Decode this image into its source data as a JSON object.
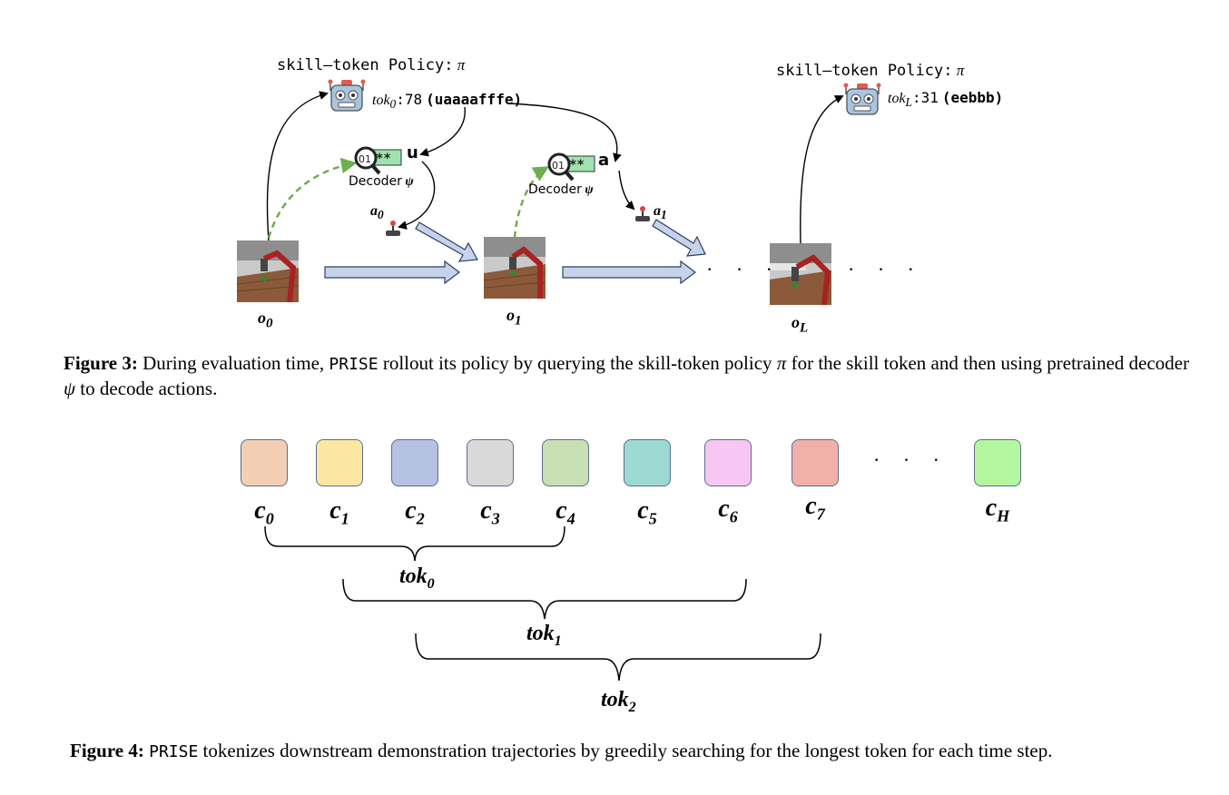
{
  "figure3": {
    "policy_label_left": "skill–token Policy:",
    "policy_label_right": "skill–token Policy:",
    "pi": "π",
    "tok0_name": "tok",
    "tok0_sub": "0",
    "tok0_value": ":78",
    "tok0_code": "(uaaaafffe)",
    "tokL_name": "tok",
    "tokL_sub": "L",
    "tokL_value": ":31",
    "tokL_code": "(eebbb)",
    "decoder_label": "Decoder",
    "psi": "ψ",
    "decoder_out_1": "u",
    "decoder_out_2": "a",
    "decoder_icon_text": "01",
    "decoder_icon_mask": "**",
    "action_0": "a",
    "action_0_sub": "0",
    "action_1": "a",
    "action_1_sub": "1",
    "obs_0": "o",
    "obs_0_sub": "0",
    "obs_1": "o",
    "obs_1_sub": "1",
    "obs_L": "o",
    "obs_L_sub": "L",
    "ellipsis": "· · ·",
    "caption_label": "Figure 3:",
    "caption_pre": " During evaluation time, ",
    "caption_code": "PRISE",
    "caption_mid": " rollout its policy by querying the skill-token policy ",
    "caption_pi": "π",
    "caption_mid2": " for the skill token and then using pretrained decoder ",
    "caption_psi": "ψ",
    "caption_post": " to decode actions."
  },
  "figure4": {
    "codes": [
      {
        "name": "c",
        "sub": "0",
        "color": "#f2cfb3"
      },
      {
        "name": "c",
        "sub": "1",
        "color": "#fbe7a1"
      },
      {
        "name": "c",
        "sub": "2",
        "color": "#b5c2e2"
      },
      {
        "name": "c",
        "sub": "3",
        "color": "#d9d9d9"
      },
      {
        "name": "c",
        "sub": "4",
        "color": "#c9dfb4"
      },
      {
        "name": "c",
        "sub": "5",
        "color": "#9cd9d3"
      },
      {
        "name": "c",
        "sub": "6",
        "color": "#f7c6f2"
      },
      {
        "name": "c",
        "sub": "7",
        "color": "#f2b0aa"
      },
      {
        "name": "c",
        "sub": "H",
        "color": "#b4f7a0"
      }
    ],
    "ellipsis": "· · ·",
    "tokens": [
      {
        "name": "tok",
        "sub": "0"
      },
      {
        "name": "tok",
        "sub": "1"
      },
      {
        "name": "tok",
        "sub": "2"
      }
    ],
    "caption_label": "Figure 4:",
    "caption_code": "PRISE",
    "caption_post": " tokenizes downstream demonstration trajectories by greedily searching for the longest token for each time step."
  },
  "colors": {
    "arrow_fill": "#c5d3ea",
    "arrow_stroke": "#2d3f66",
    "dashed_green": "#6fae4e",
    "decoder_badge": "#9fe3b0"
  }
}
